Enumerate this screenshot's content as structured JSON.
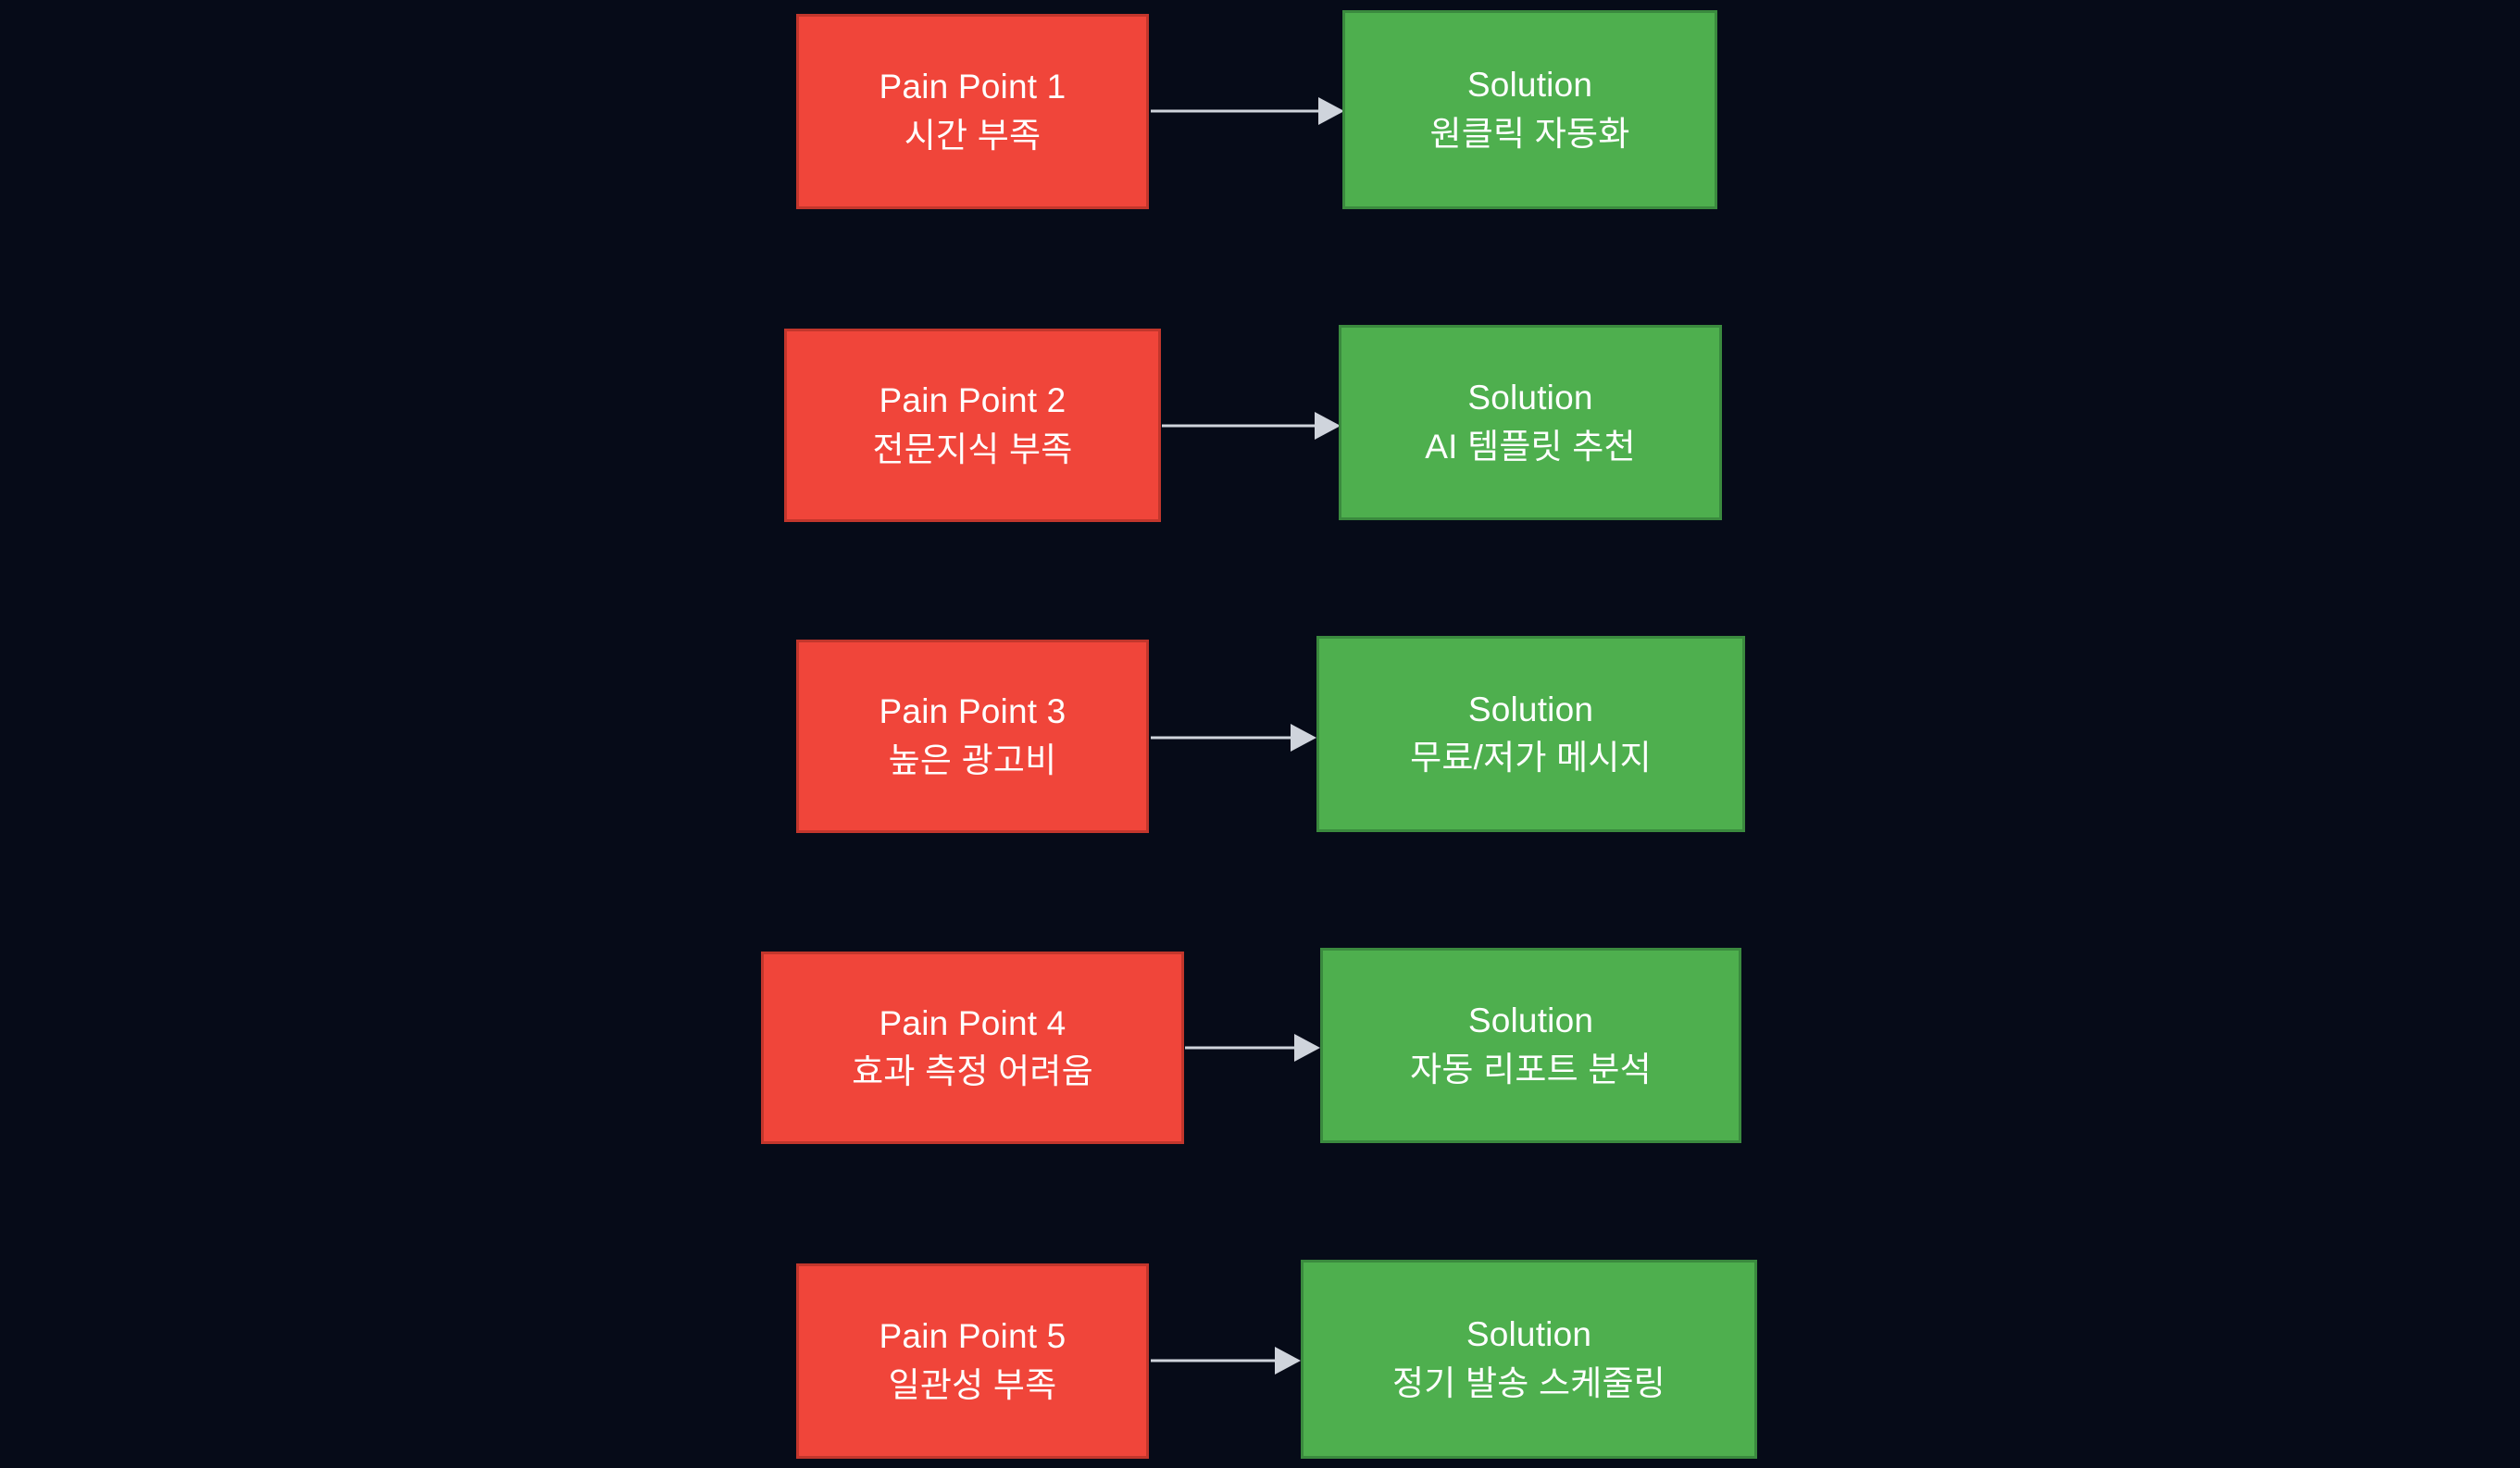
{
  "diagram": {
    "type": "flowchart",
    "direction": "left-to-right",
    "background_color": "#060b18",
    "pain_color": "#f0453a",
    "pain_border_color": "#c2362c",
    "solution_color": "#4eaf4e",
    "solution_border_color": "#3a8a3e",
    "edge_color": "#cfd4dc",
    "text_color": "#ffffff",
    "rows": [
      {
        "pain": {
          "title": "Pain Point 1",
          "subtitle": "시간 부족"
        },
        "solution": {
          "title": "Solution",
          "subtitle": "원클릭 자동화"
        }
      },
      {
        "pain": {
          "title": "Pain Point 2",
          "subtitle": "전문지식 부족"
        },
        "solution": {
          "title": "Solution",
          "subtitle": "AI 템플릿 추천"
        }
      },
      {
        "pain": {
          "title": "Pain Point 3",
          "subtitle": "높은 광고비"
        },
        "solution": {
          "title": "Solution",
          "subtitle": "무료/저가 메시지"
        }
      },
      {
        "pain": {
          "title": "Pain Point 4",
          "subtitle": "효과 측정 어려움"
        },
        "solution": {
          "title": "Solution",
          "subtitle": "자동 리포트 분석"
        }
      },
      {
        "pain": {
          "title": "Pain Point 5",
          "subtitle": "일관성 부족"
        },
        "solution": {
          "title": "Solution",
          "subtitle": "정기 발송 스케줄링"
        }
      }
    ]
  }
}
